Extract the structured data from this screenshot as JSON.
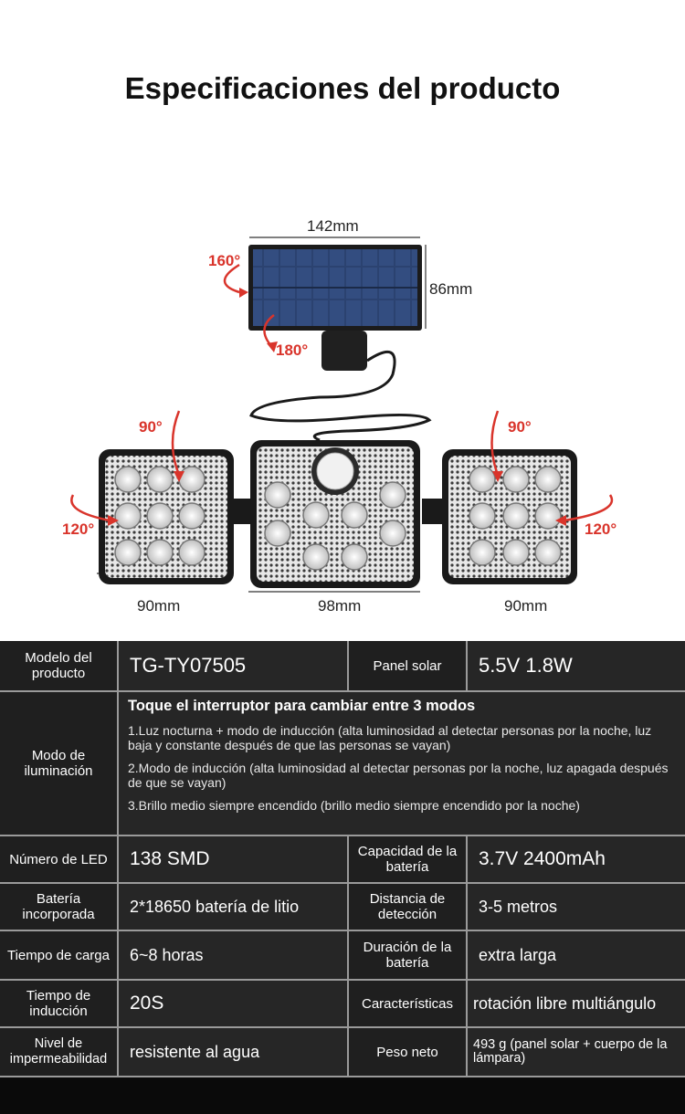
{
  "header": {
    "title": "Especificaciones del producto"
  },
  "figure": {
    "dimensions": {
      "panel_width": "142mm",
      "panel_height": "86mm",
      "left_head_width": "90mm",
      "center_head_width": "98mm",
      "right_head_width": "90mm"
    },
    "angles": {
      "panel_tilt": "160°",
      "panel_rotate": "180°",
      "left_tilt": "90°",
      "left_rotate": "120°",
      "right_tilt": "90°",
      "right_rotate": "120°"
    },
    "colors": {
      "angle": "#d9342b",
      "panel": "#2a3f6e",
      "lamp": "#1a1a1a"
    }
  },
  "specs": {
    "model": {
      "label": "Modelo del producto",
      "value": "TG-TY07505"
    },
    "solar_panel": {
      "label": "Panel solar",
      "value": "5.5V 1.8W"
    },
    "lighting_mode": {
      "label": "Modo de iluminación",
      "heading": "Toque el interruptor para cambiar entre 3 modos",
      "modes": [
        "1.Luz nocturna + modo de inducción (alta luminosidad al detectar personas por la noche, luz baja y constante después de que las personas se vayan)",
        "2.Modo de inducción (alta luminosidad al detectar personas por la noche, luz apagada después de que se vayan)",
        "3.Brillo medio siempre encendido (brillo medio siempre encendido por la noche)"
      ]
    },
    "led_count": {
      "label": "Número de LED",
      "value": "138 SMD"
    },
    "battery_capacity": {
      "label": "Capacidad de la batería",
      "value": "3.7V 2400mAh"
    },
    "built_in_battery": {
      "label": "Batería incorporada",
      "value": "2*18650 batería de litio"
    },
    "detection_distance": {
      "label": "Distancia de detección",
      "value": "3-5 metros"
    },
    "charge_time": {
      "label": "Tiempo de carga",
      "value": "6~8 horas"
    },
    "battery_life": {
      "label": "Duración de la batería",
      "value": "extra larga"
    },
    "induction_time": {
      "label": "Tiempo de inducción",
      "value": "20S"
    },
    "features": {
      "label": "Características",
      "value": "rotación libre multiángulo"
    },
    "waterproof_level": {
      "label": "Nivel de impermeabilidad",
      "value": "resistente al agua"
    },
    "net_weight": {
      "label": "Peso neto",
      "value": "493 g (panel solar + cuerpo de la lámpara)"
    }
  }
}
